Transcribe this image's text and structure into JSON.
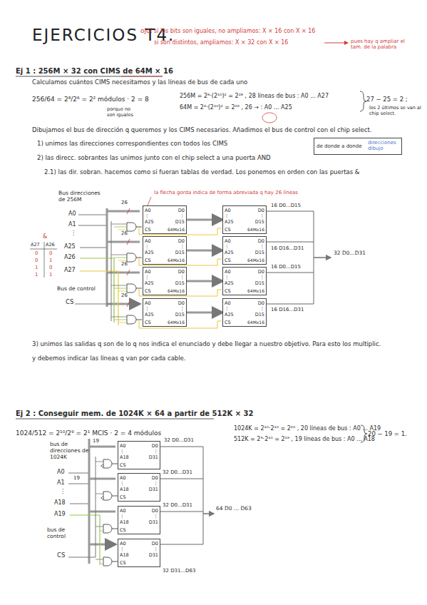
{
  "diagram": {
    "title": "EJERCICIOS T4.",
    "nodes": [
      {
        "text": [
          "de donde a donde",
          "direcciones dibujo"
        ]
      },
      {
        "text": [
          "A0 ⋮ A25",
          "CS",
          "D0 ⋮ D15",
          "64Mx16"
        ]
      },
      {
        "text": [
          "A0 ⋮ A25",
          "CS",
          "D0 ⋮ D15",
          "64Mx16"
        ]
      },
      {
        "text": [
          "A0 ⋮ A25",
          "CS",
          "D0 ⋮ D15",
          "64Mx16"
        ]
      },
      {
        "text": [
          "A0 ⋮ A25",
          "CS",
          "D0 ⋮ D15",
          "64Mx16"
        ]
      },
      {
        "text": [
          "A0 ⋮ A25",
          "CS",
          "D0 ⋮ D15",
          "64Mx16"
        ]
      },
      {
        "text": [
          "A0 ⋮ A25",
          "CS",
          "D0 ⋮ D15",
          "64Mx16"
        ]
      },
      {
        "text": [
          "A0 ⋮ A25",
          "CS",
          "D0 ⋮ D15",
          "64Mx16"
        ]
      },
      {
        "text": [
          "A0 ⋮ A25",
          "CS",
          "D0 ⋮ D15",
          "64Mx16"
        ]
      },
      {
        "text": [
          "A0 ⋮ A18",
          "CS",
          "D0 ⋮ D31"
        ]
      },
      {
        "text": [
          "A0 ⋮ A18",
          "CS",
          "D0 ⋮ D31"
        ]
      },
      {
        "text": [
          "A0 ⋮ A18",
          "CS",
          "D0 ⋮ D31"
        ]
      },
      {
        "text": [
          "A0 ⋮ A18",
          "CS",
          "D0 ⋮ D31"
        ]
      }
    ],
    "edges": [
      {
        "from": 1,
        "to": 2,
        "arrow": "to"
      },
      {
        "from": 3,
        "to": 4,
        "arrow": "to"
      },
      {
        "from": 5,
        "to": 6,
        "arrow": "to"
      },
      {
        "from": 7,
        "to": 8,
        "arrow": "to"
      }
    ],
    "labels": [
      "ojo!",
      "si los bits son iguales, no ampliamos: X × 16 con X × 16",
      "si son distintos, ampliamos: X × 32 con X × 16",
      "pues hay q ampliar el tam. de la palabra",
      "Ej 1 : 256M × 32 con CIMS de 64M × 16",
      "Calculamos cuántos CIMS necesitamos y las líneas de bus de cada uno",
      "256/64 = 2⁸/2⁶ = 2² módulos · 2 = 8",
      "porque no son iguales",
      "256M = 2⁸·(2¹⁰)² = 2²⁸ , 28 líneas de bus : A0 ... A27",
      "64M = 2⁶·(2¹⁰)² = 2²⁶ , 26 → : A0 ... A25",
      "27 − 25 = 2 ;",
      "los 2 últimos se van al chip select.",
      "Dibujamos el bus de dirección q queremos y los CIMS necesarios. Añadimos el bus de control con el chip select.",
      "1) unimos las direcciones correspondientes con todos los CIMS",
      "2) las direcc. sobrantes las unimos junto con el chip select a una puerta AND",
      "2.1) las dir. sobran. hacemos como si fueran tablas de verdad. Los ponemos en orden con las puertas &",
      "Bus direcciones de 256M",
      "la flecha gorda indica de forma abreviada q hay 26 líneas",
      "A0",
      "A1",
      "⋮",
      "A25",
      "A26",
      "A27",
      "Bus de control",
      "CS",
      "&",
      "A27",
      "A26",
      "0",
      "0",
      "0",
      "1",
      "1",
      "0",
      "1",
      "1",
      "26",
      "26",
      "26",
      "26",
      "16 D0...D15",
      "16 D16...D31",
      "16 D0...D15",
      "16 D16...D31",
      "32 D0...D31",
      "3) unimos las salidas q son de lo q nos indica el enunciado y debe llegar a nuestro objetivo. Para esto los multiplic.",
      "y debemos indicar las líneas q van por cada cable.",
      "Ej 2 : Conseguir mem. de 1024K × 64 a partir de 512K × 32",
      "1024/512 = 2¹⁰/2⁹ = 2¹ MCIS · 2 = 4 módulos",
      "1024K = 2¹⁰·2¹⁰ = 2²⁰ , 20 líneas de bus : A0 ... A19",
      "512K = 2⁹·2¹⁰ = 2¹⁹ , 19 líneas de bus : A0 ... A18",
      "20 − 19 = 1.",
      "bus de direcciones de 1024K",
      "A0",
      "A1",
      "⋮",
      "A18",
      "A19",
      "bus de control",
      "CS",
      "19",
      "19",
      "32 D0...D31",
      "32 D0...D31",
      "32 D0...D31",
      "32 D31...D63",
      "64 D0 ... D63"
    ]
  }
}
